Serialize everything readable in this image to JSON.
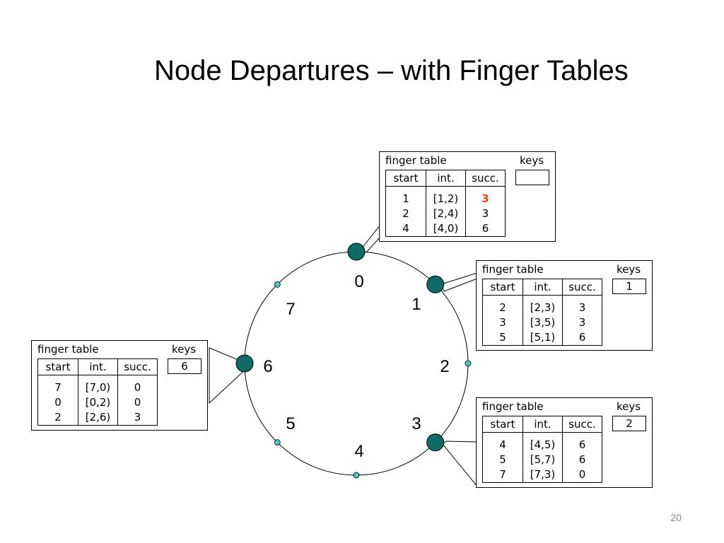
{
  "title": "Node Departures – with Finger Tables",
  "page_number": "20",
  "colors": {
    "node_fill": "#0f6b66",
    "ident_fill": "#4fc7c2",
    "highlight": "#e8401c"
  },
  "ring": {
    "identifiers": [
      {
        "id": 0,
        "label": "0",
        "active": true
      },
      {
        "id": 1,
        "label": "1",
        "active": true
      },
      {
        "id": 2,
        "label": "2",
        "active": false
      },
      {
        "id": 3,
        "label": "3",
        "active": true
      },
      {
        "id": 4,
        "label": "4",
        "active": false
      },
      {
        "id": 5,
        "label": "5",
        "active": false
      },
      {
        "id": 6,
        "label": "6",
        "active": true
      },
      {
        "id": 7,
        "label": "7",
        "active": false
      }
    ]
  },
  "tables": {
    "header": {
      "title": "finger table",
      "keys": "keys",
      "start": "start",
      "int": "int.",
      "succ": "succ."
    },
    "node0": {
      "keys": "",
      "rows": [
        {
          "start": "1",
          "int": "[1,2)",
          "succ": "3",
          "highlight": true
        },
        {
          "start": "2",
          "int": "[2,4)",
          "succ": "3"
        },
        {
          "start": "4",
          "int": "[4,0)",
          "succ": "6"
        }
      ]
    },
    "node1": {
      "keys": "1",
      "rows": [
        {
          "start": "2",
          "int": "[2,3)",
          "succ": "3"
        },
        {
          "start": "3",
          "int": "[3,5)",
          "succ": "3"
        },
        {
          "start": "5",
          "int": "[5,1)",
          "succ": "6"
        }
      ]
    },
    "node3": {
      "keys": "2",
      "rows": [
        {
          "start": "4",
          "int": "[4,5)",
          "succ": "6"
        },
        {
          "start": "5",
          "int": "[5,7)",
          "succ": "6"
        },
        {
          "start": "7",
          "int": "[7,3)",
          "succ": "0"
        }
      ]
    },
    "node6": {
      "keys": "6",
      "rows": [
        {
          "start": "7",
          "int": "[7,0)",
          "succ": "0"
        },
        {
          "start": "0",
          "int": "[0,2)",
          "succ": "0"
        },
        {
          "start": "2",
          "int": "[2,6)",
          "succ": "3"
        }
      ]
    }
  }
}
